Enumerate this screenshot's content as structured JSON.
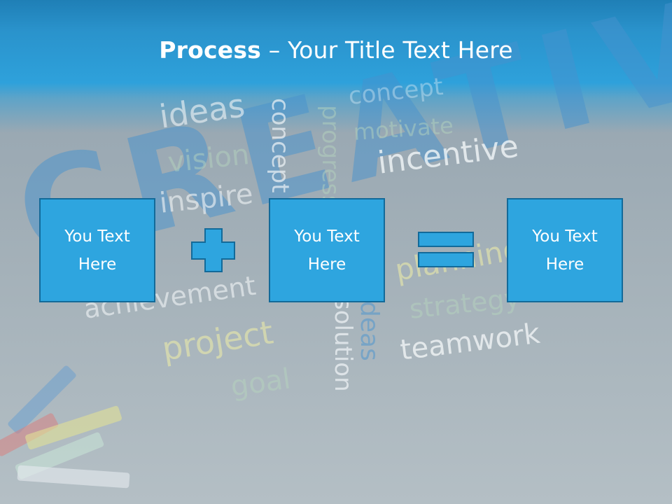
{
  "slide": {
    "title_bold": "Process",
    "title_rest": " – Your Title Text Here",
    "boxes": [
      "You Text Here",
      "You Text Here",
      "You Text Here"
    ],
    "operators": {
      "first": "plus-icon",
      "second": "equals-icon"
    }
  },
  "background": {
    "big_word": "CREATIVITY",
    "words": {
      "ideas": "ideas",
      "concept_top": "concept",
      "motivate": "motivate",
      "vision": "vision",
      "incentive": "incentive",
      "inspire": "inspire",
      "concept_vertical": "concept",
      "progress": "progress",
      "achievement": "achievement",
      "planning": "planning",
      "strategy": "strategy",
      "project": "project",
      "teamwork": "teamwork",
      "goal": "goal",
      "solution": "solution",
      "ideas_vertical": "ideas"
    }
  },
  "colors": {
    "header_blue": "#2ea1db",
    "box_fill": "#2ea5df",
    "box_border": "#136a99",
    "text_white": "#ffffff"
  }
}
